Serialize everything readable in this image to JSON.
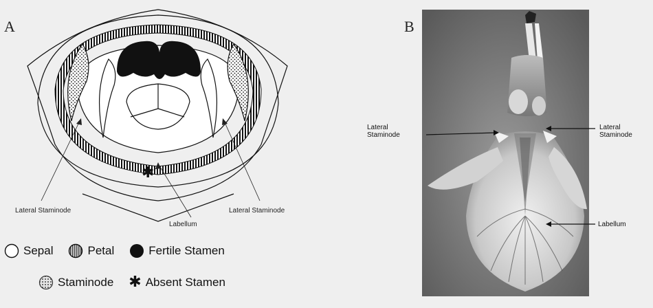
{
  "panels": {
    "a": {
      "letter": "A"
    },
    "b": {
      "letter": "B"
    }
  },
  "diagram_labels": {
    "lateral_staminode_left": "Lateral Staminode",
    "lateral_staminode_right": "Lateral Staminode",
    "labellum": "Labellum"
  },
  "legend": {
    "sepal": "Sepal",
    "petal": "Petal",
    "fertile_stamen": "Fertile Stamen",
    "staminode": "Staminode",
    "absent_stamen": "Absent Stamen",
    "absent_symbol": "✱"
  },
  "photo_labels": {
    "lateral_left_line1": "Lateral",
    "lateral_left_line2": "Staminode",
    "lateral_right_line1": "Lateral",
    "lateral_right_line2": "Staminode",
    "labellum": "Labellum"
  },
  "icons": [
    "sepal-icon",
    "petal-icon",
    "fertile-stamen-icon",
    "staminode-icon",
    "absent-stamen-icon"
  ]
}
